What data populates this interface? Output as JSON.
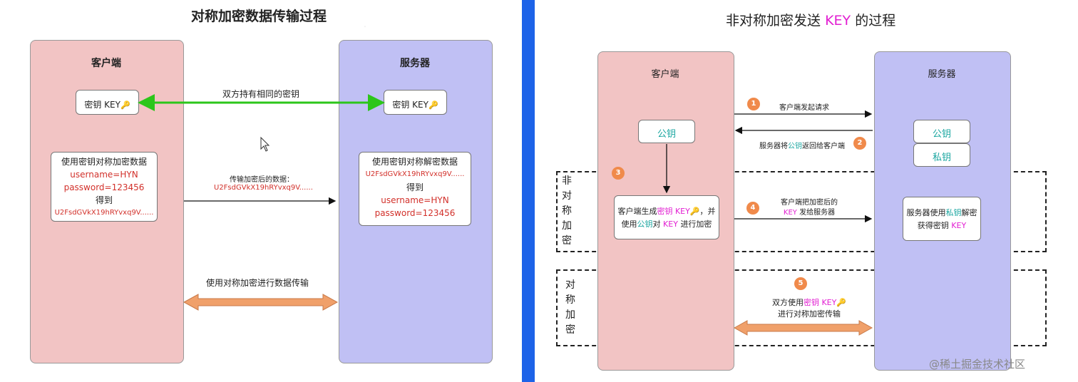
{
  "left": {
    "title": "对称加密数据传输过程",
    "client_label": "客户端",
    "server_label": "服务器",
    "client_key": "密钥 KEY",
    "server_key": "密钥 KEY",
    "shared_key_text": "双方持有相同的密钥",
    "client_box": {
      "line1": "使用密钥对称加密数据",
      "line2": "username=HYN",
      "line3": "password=123456",
      "line4": "得到",
      "line5": "U2FsdGVkX19hRYvxq9V......"
    },
    "transfer_label": "传输加密后的数据：",
    "transfer_value": "U2FsdGVkX19hRYvxq9V......",
    "server_box": {
      "line1": "使用密钥对称解密数据",
      "line2": "U2FsdGVkX19hRYvxq9V......",
      "line3": "得到",
      "line4": "username=HYN",
      "line5": "password=123456"
    },
    "sym_transfer_text": "使用对称加密进行数据传输"
  },
  "right": {
    "title_a": "非对称加密发送",
    "title_key": "KEY",
    "title_b": "的过程",
    "client_label": "客户端",
    "server_label": "服务器",
    "public_key": "公钥",
    "server_public": "公钥",
    "server_private": "私钥",
    "asym_label": [
      "非",
      "对",
      "称",
      "加",
      "密"
    ],
    "sym_label": [
      "对",
      "称",
      "加",
      "密"
    ],
    "steps": [
      "1",
      "2",
      "3",
      "4",
      "5"
    ],
    "step1_text": "客户端发起请求",
    "step2_a": "服务器将",
    "step2_b": "公钥",
    "step2_c": "返回给客户端",
    "client_gen": {
      "a": "客户端生成",
      "b": "密钥 KEY",
      "c": "，并",
      "d": "使用",
      "e": "公钥",
      "f": "对",
      "g": "KEY",
      "h": "进行加密"
    },
    "step4_a": "客户端把加密后的",
    "step4_b": "KEY",
    "step4_c": "发给服务器",
    "server_dec": {
      "a": "服务器使用",
      "b": "私钥",
      "c": "解密",
      "d": "获得密钥",
      "e": "KEY"
    },
    "step5_a": "双方使用",
    "step5_b": "密钥 KEY",
    "step5_c": "进行对称加密传输",
    "watermark": "@稀土掘金技术社区"
  },
  "icons": {
    "key": "key-icon"
  },
  "colors": {
    "client": "#f2c4c4",
    "server": "#c0c0f4",
    "divider": "#1d63e8",
    "highlight_red": "#d2302a",
    "highlight_magenta": "#e21fd2",
    "highlight_teal": "#1aa6a0",
    "arrow_green": "#2cc61a",
    "arrow_orange": "#f0a06a",
    "step_circle": "#f08a4b"
  }
}
